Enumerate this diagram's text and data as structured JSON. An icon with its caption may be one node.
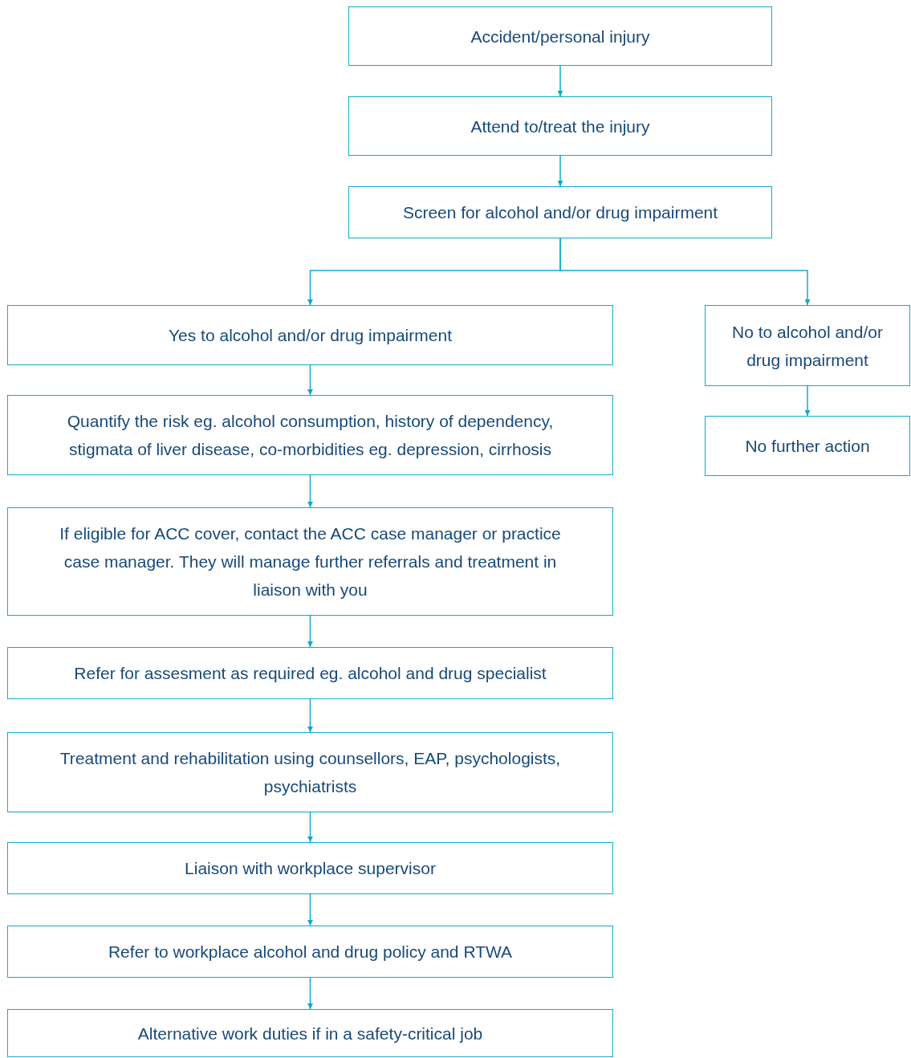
{
  "diagram": {
    "nodes": [
      {
        "text": [
          "Accident/personal injury"
        ]
      },
      {
        "text": [
          "Attend to/treat the injury"
        ]
      },
      {
        "text": [
          "Screen for alcohol and/or drug impairment"
        ]
      },
      {
        "text": [
          "Yes to alcohol and/or drug impairment"
        ]
      },
      {
        "text": [
          "No to alcohol and/or drug impairment"
        ]
      },
      {
        "text": [
          "No further action"
        ]
      },
      {
        "text": [
          "Quantify the risk eg. alcohol consumption, history of dependency, stigmata of liver disease, co-morbidities eg. depression, cirrhosis"
        ]
      },
      {
        "text": [
          "If eligible for ACC cover, contact the ACC case manager or practice case manager. They will manage further referrals and treatment in liaison with you"
        ]
      },
      {
        "text": [
          "Refer for assesment as required eg. alcohol and drug specialist"
        ]
      },
      {
        "text": [
          "Treatment and rehabilitation using counsellors, EAP, psychologists, psychiatrists"
        ]
      },
      {
        "text": [
          "Liaison with workplace supervisor"
        ]
      },
      {
        "text": [
          "Refer to workplace alcohol and drug policy and RTWA"
        ]
      },
      {
        "text": [
          "Alternative work duties if in a safety-critical job"
        ]
      }
    ],
    "edges": [
      {
        "from": 0,
        "to": 1,
        "arrow": "to"
      },
      {
        "from": 1,
        "to": 2,
        "arrow": "to"
      },
      {
        "from": 2,
        "to": 3,
        "arrow": "to"
      },
      {
        "from": 2,
        "to": 4,
        "arrow": "to"
      },
      {
        "from": 3,
        "to": 6,
        "arrow": "to"
      },
      {
        "from": 4,
        "to": 5,
        "arrow": "to"
      },
      {
        "from": 6,
        "to": 7,
        "arrow": "to"
      },
      {
        "from": 7,
        "to": 8,
        "arrow": "to"
      },
      {
        "from": 8,
        "to": 9,
        "arrow": "to"
      },
      {
        "from": 9,
        "to": 10,
        "arrow": "to"
      },
      {
        "from": 10,
        "to": 11,
        "arrow": "to"
      },
      {
        "from": 11,
        "to": 12,
        "arrow": "to"
      }
    ]
  }
}
